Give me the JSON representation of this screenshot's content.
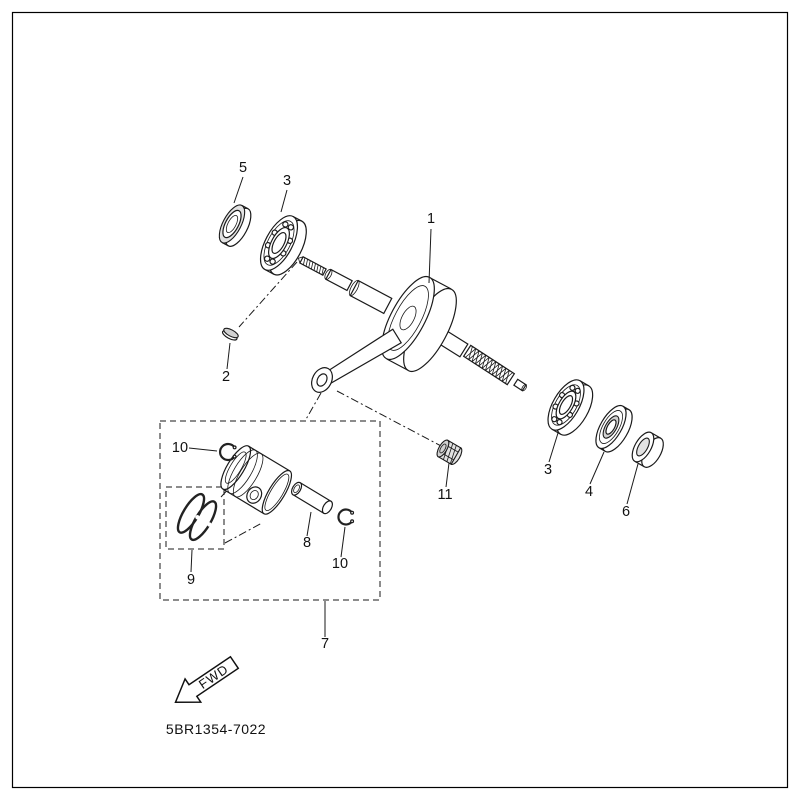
{
  "figure": {
    "part_code": "5BR1354-7022",
    "fwd_label": "FWD",
    "callouts": {
      "c1": "1",
      "c2": "2",
      "c3a": "3",
      "c3b": "3",
      "c4": "4",
      "c5": "5",
      "c6": "6",
      "c7": "7",
      "c8": "8",
      "c9": "9",
      "c10a": "10",
      "c10b": "10",
      "c11": "11"
    }
  }
}
